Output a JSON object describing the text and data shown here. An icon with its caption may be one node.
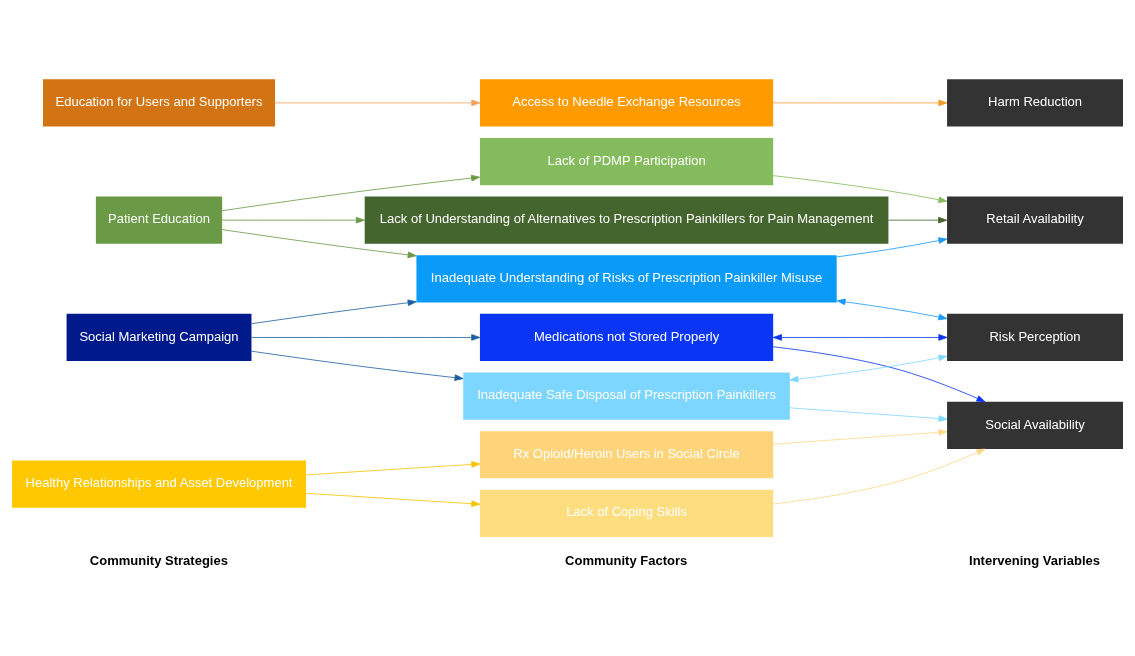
{
  "diagram": {
    "nodes": [
      {
        "text": [
          "Patient Education"
        ]
      },
      {
        "text": [
          "Social Marketing Campaign"
        ]
      },
      {
        "text": [
          "Healthy Relationships and Asset Development"
        ]
      },
      {
        "text": [
          "Education for Users and Supporters"
        ]
      },
      {
        "text": [
          "Lack of PDMP Participation"
        ]
      },
      {
        "text": [
          "Lack of Understanding of Alternatives to Prescription Painkillers for Pain Management"
        ]
      },
      {
        "text": [
          "Inadequate Understanding of Risks of Prescription Painkiller Misuse"
        ]
      },
      {
        "text": [
          "Medications not Stored Properly"
        ]
      },
      {
        "text": [
          "Inadequate Safe Disposal of Prescription Painkillers"
        ]
      },
      {
        "text": [
          "Rx Opioid/Heroin Users in Social Circle"
        ]
      },
      {
        "text": [
          "Lack of Coping Skills"
        ]
      },
      {
        "text": [
          "Access to Needle Exchange Resources"
        ]
      },
      {
        "text": [
          "Retail Availability"
        ]
      },
      {
        "text": [
          "Risk Perception"
        ]
      },
      {
        "text": [
          "Social Availability"
        ]
      },
      {
        "text": [
          "Harm Reduction"
        ]
      }
    ],
    "edges": [
      {
        "from": 0,
        "to": 4,
        "arrow": "to",
        "color": "#6a9a46"
      },
      {
        "from": 0,
        "to": 5,
        "arrow": "to",
        "color": "#6a9a46"
      },
      {
        "from": 0,
        "to": 6,
        "arrow": "to",
        "color": "#6a9a46"
      },
      {
        "from": 1,
        "to": 6,
        "arrow": "to",
        "color": "#1f5fa0"
      },
      {
        "from": 1,
        "to": 7,
        "arrow": "to",
        "color": "#1f5fa0"
      },
      {
        "from": 1,
        "to": 8,
        "arrow": "to",
        "color": "#1f5fa0"
      },
      {
        "from": 2,
        "to": 9,
        "arrow": "to",
        "color": "#f5c400"
      },
      {
        "from": 2,
        "to": 10,
        "arrow": "to",
        "color": "#f5c400"
      },
      {
        "from": 3,
        "to": 11,
        "arrow": "to",
        "color": "#f0a060"
      },
      {
        "from": 4,
        "to": 12,
        "arrow": "to",
        "color": "#84bb5c"
      },
      {
        "from": 5,
        "to": 12,
        "arrow": "to",
        "color": "#44652e"
      },
      {
        "from": 6,
        "to": 12,
        "arrow": "to",
        "color": "#1a9af5"
      },
      {
        "from": 6,
        "to": 13,
        "arrow": "both",
        "color": "#1a9af5"
      },
      {
        "from": 7,
        "to": 13,
        "arrow": "both",
        "color": "#0a35f0"
      },
      {
        "from": 7,
        "to": 14,
        "arrow": "to",
        "color": "#0a35f0"
      },
      {
        "from": 8,
        "to": 13,
        "arrow": "both",
        "color": "#80d8ff"
      },
      {
        "from": 8,
        "to": 14,
        "arrow": "to",
        "color": "#80d8ff"
      },
      {
        "from": 9,
        "to": 14,
        "arrow": "to",
        "color": "#fdd88a"
      },
      {
        "from": 10,
        "to": 14,
        "arrow": "to",
        "color": "#fdd88a"
      },
      {
        "from": 11,
        "to": 15,
        "arrow": "to",
        "color": "#f59a2a"
      }
    ],
    "labels": [
      "Community Strategies",
      "Community Factors",
      "Intervening Variables"
    ]
  }
}
